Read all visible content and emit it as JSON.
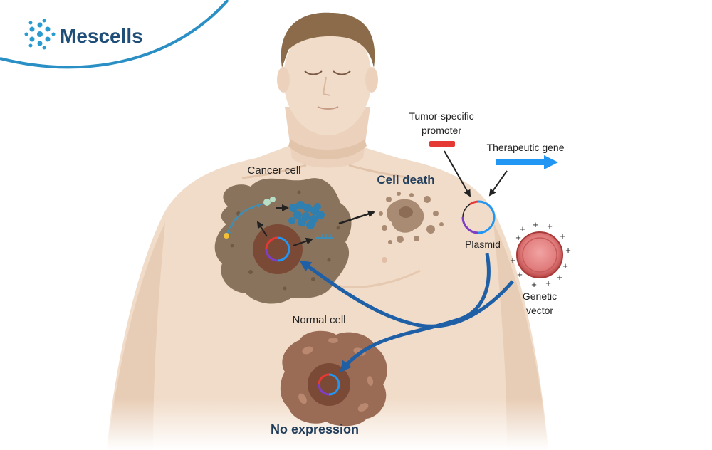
{
  "brand": {
    "name": "Mescells",
    "icon": "cell-cluster-logo-icon",
    "color": "#1f4e79",
    "accent": "#2a9bd0"
  },
  "labels": {
    "cancer_cell": "Cancer cell",
    "cell_death": "Cell death",
    "normal_cell": "Normal cell",
    "no_expression": "No expression",
    "tumor_promoter_line1": "Tumor-specific",
    "tumor_promoter_line2": "promoter",
    "therapeutic_gene": "Therapeutic gene",
    "plasmid": "Plasmid",
    "genetic_vector_line1": "Genetic",
    "genetic_vector_line2": "vector"
  },
  "colors": {
    "skin": "#f1dcc9",
    "skin_shadow": "#e6c9b1",
    "hair": "#8b6b4a",
    "cancer_cell": "#8a735c",
    "normal_cell": "#9a6b55",
    "nucleus": "#7b4a36",
    "promoter": "#e53935",
    "gene": "#2196f3",
    "plasmid_purple": "#7e3fc2",
    "vector": "#e07b7b",
    "flow_arrow": "#1f5fa6",
    "navy_text": "#1f3c5a"
  }
}
